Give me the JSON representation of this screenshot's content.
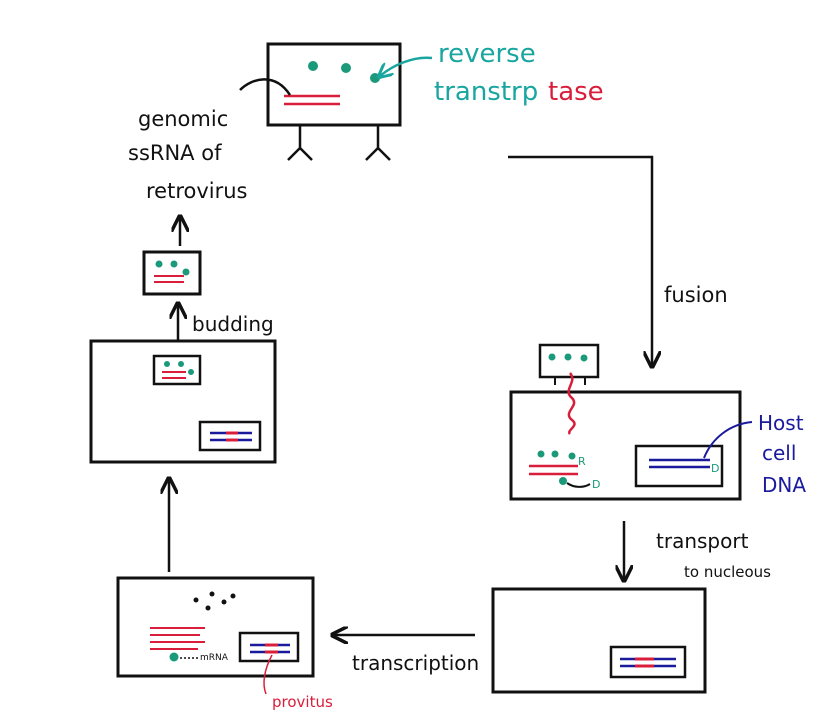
{
  "labels": {
    "reverse": "reverse",
    "transcriptase_part1": "transtrp",
    "transcriptase_part2": "tase",
    "genomic_line1": "genomic",
    "genomic_line2": "ssRNA of",
    "genomic_line3": "retrovirus",
    "budding": "budding",
    "fusion": "fusion",
    "host_line1": "Host",
    "host_line2": "cell",
    "host_line3": "DNA",
    "transport_line1": "transport",
    "transport_line2": "to nucleous",
    "transcription": "transcription",
    "provirus": "provitus",
    "mrna": "mRNA",
    "r_marker": "R",
    "d_marker": "D",
    "d_marker2": "D"
  },
  "colors": {
    "ink": "#111111",
    "rna_red": "#d81e3a",
    "dna_blue": "#1a1a9c",
    "enzyme_green": "#1a9a7a",
    "label_teal": "#1aa6a0"
  }
}
